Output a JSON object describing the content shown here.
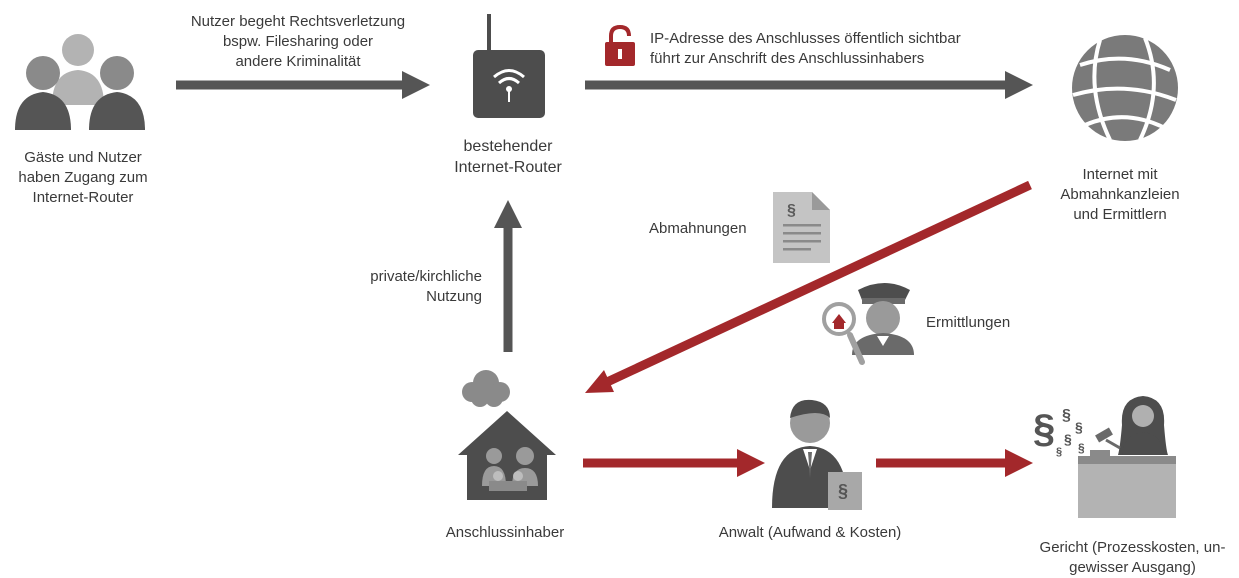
{
  "labels": {
    "guests": "Gäste und Nutzer\nhaben Zugang zum\nInternet-Router",
    "violation": "Nutzer begeht Rechtsverletzung\nbspw. Filesharing oder\nandere Kriminalität",
    "router": "bestehender\nInternet-Router",
    "ip_visible": "IP-Adresse des Anschlusses öffentlich sichtbar\nführt zur Anschrift des Anschlussinhabers",
    "internet": "Internet mit\nAbmahnkanzleien\nund Ermittlern",
    "warnings": "Abmahnungen",
    "investigations": "Ermittlungen",
    "private_use": "private/kirchliche\nNutzung",
    "owner": "Anschlussinhaber",
    "lawyer": "Anwalt (Aufwand & Kosten)",
    "court": "Gericht (Prozesskosten, un-\ngewisser Ausgang)",
    "paragraph": "§"
  },
  "colors": {
    "gray_arrow": "#555555",
    "red_arrow": "#a3282b",
    "icon_dark": "#4d4d4d",
    "icon_mid": "#7a7a7a",
    "icon_light": "#b3b3b3",
    "text": "#3a3a3a"
  },
  "icons": [
    "people-icon",
    "router-icon",
    "lock-icon",
    "globe-icon",
    "document-icon",
    "police-icon",
    "magnifier-icon",
    "house-icon",
    "cloud-icon",
    "lawyer-icon",
    "judge-icon",
    "gavel-icon"
  ]
}
